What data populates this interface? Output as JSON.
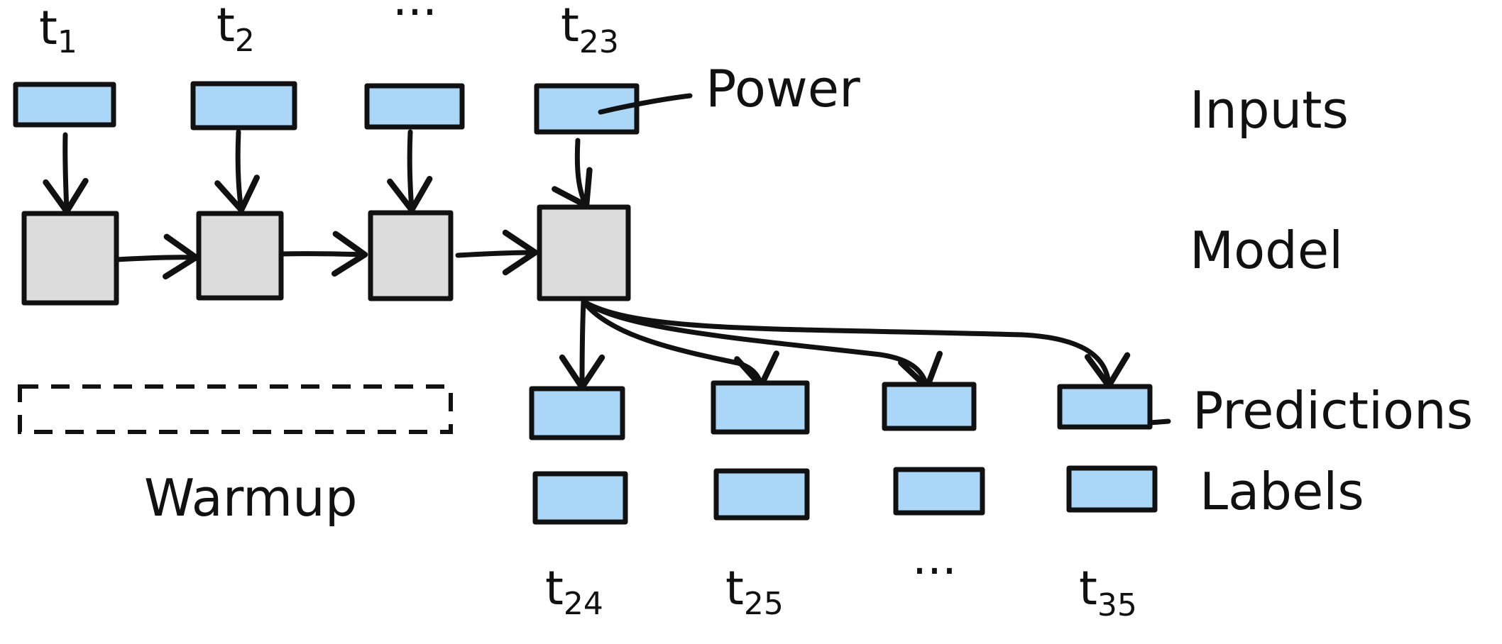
{
  "colors": {
    "input_fill": "#aad7f8",
    "model_fill": "#dcdcdc",
    "ink": "#111111"
  },
  "row_labels": {
    "inputs": "Inputs",
    "model": "Model",
    "predictions": "Predictions",
    "labels": "Labels"
  },
  "annotations": {
    "power": "Power",
    "warmup": "Warmup"
  },
  "top_timesteps": [
    {
      "base": "t",
      "sub": "1"
    },
    {
      "base": "t",
      "sub": "2"
    },
    {
      "base": "···",
      "sub": ""
    },
    {
      "base": "t",
      "sub": "23"
    }
  ],
  "bottom_timesteps": [
    {
      "base": "t",
      "sub": "24"
    },
    {
      "base": "t",
      "sub": "25"
    },
    {
      "base": "···",
      "sub": ""
    },
    {
      "base": "t",
      "sub": "35"
    }
  ]
}
